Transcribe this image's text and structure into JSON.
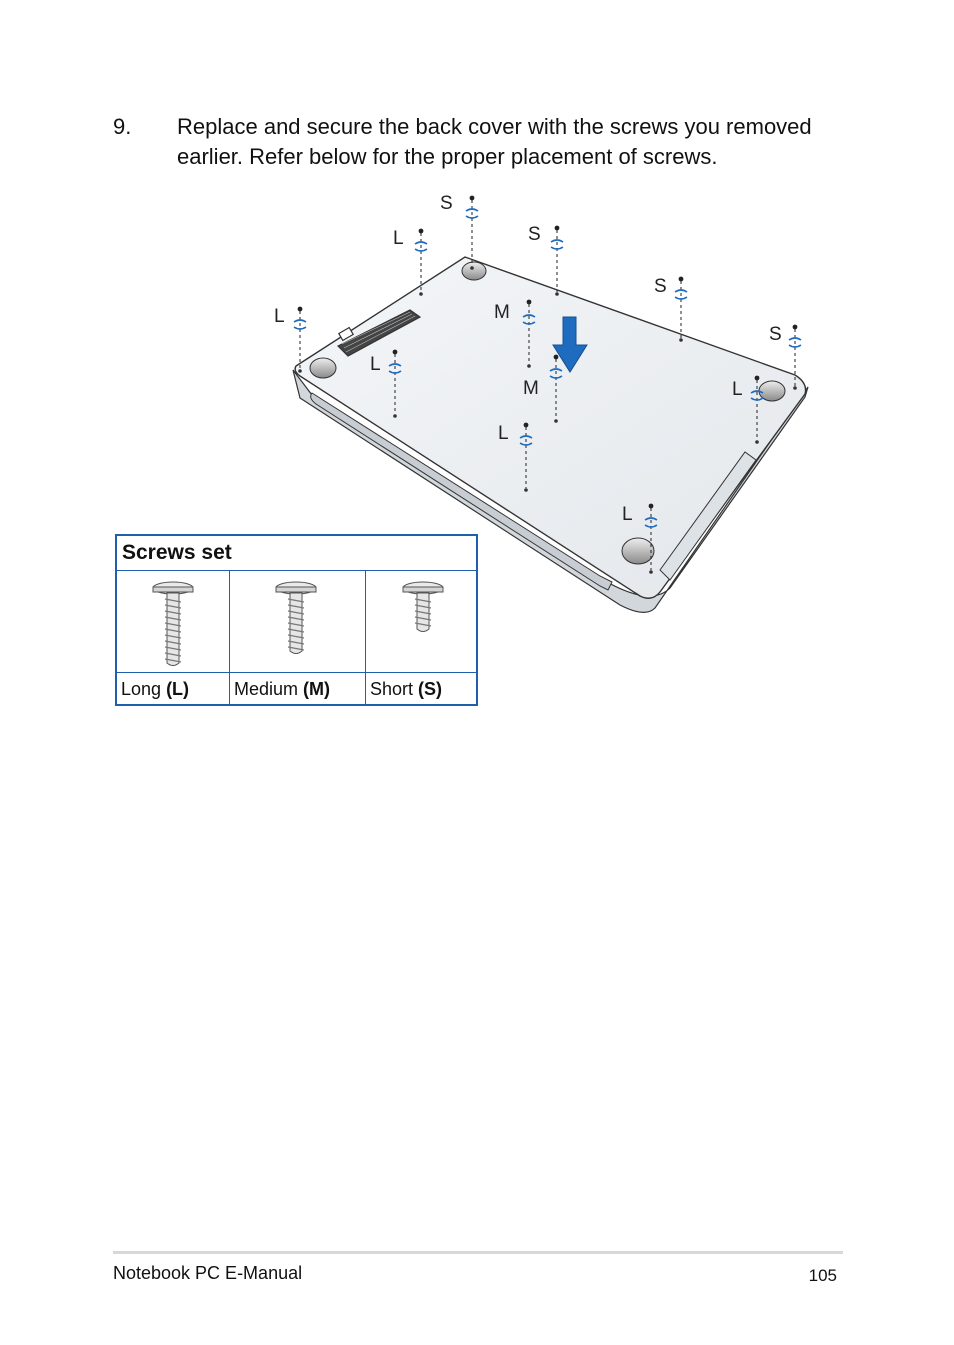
{
  "step": {
    "number": "9.",
    "text": "Replace and secure the back cover with the screws you removed earlier. Refer below for the proper placement of screws."
  },
  "figure": {
    "callouts": [
      "S",
      "L",
      "S",
      "S",
      "L",
      "M",
      "S",
      "L",
      "M",
      "L",
      "L",
      "L"
    ]
  },
  "screws_table": {
    "title": "Screws set",
    "long": {
      "word": "Long",
      "code": "(L)"
    },
    "medium": {
      "word": "Medium",
      "code": "(M)"
    },
    "short": {
      "word": "Short",
      "code": "(S)"
    }
  },
  "footer": {
    "manual_title": "Notebook PC E-Manual",
    "page_number": "105"
  },
  "colors": {
    "accent_blue": "#1f5fae",
    "arrow_blue": "#1e6cc0"
  }
}
